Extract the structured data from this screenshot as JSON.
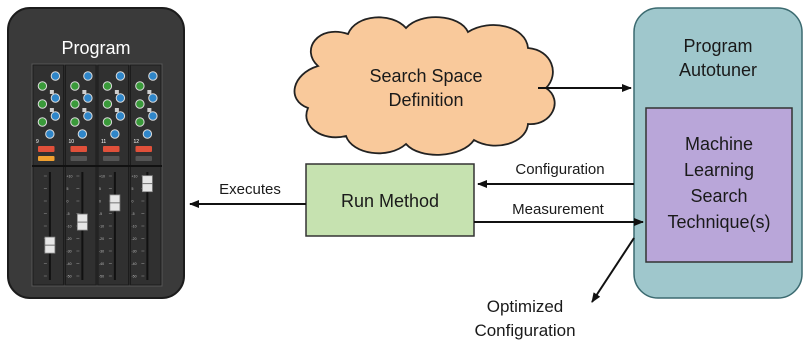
{
  "program": {
    "title": "Program"
  },
  "cloud": {
    "line1": "Search Space",
    "line2": "Definition"
  },
  "autotuner": {
    "line1": "Program",
    "line2": "Autotuner",
    "inner": [
      "Machine",
      "Learning",
      "Search",
      "Technique(s)"
    ]
  },
  "run_method": {
    "label": "Run Method"
  },
  "arrows": {
    "executes": "Executes",
    "configuration": "Configuration",
    "measurement": "Measurement",
    "optimized_line1": "Optimized",
    "optimized_line2": "Configuration"
  },
  "mixer": {
    "channel_numbers": [
      "9",
      "10",
      "11",
      "12"
    ],
    "fader_levels": [
      0.28,
      0.52,
      0.72,
      0.92
    ],
    "scale_ticks": [
      "+10",
      "5",
      "0",
      "-5",
      "-10",
      "-20",
      "-30",
      "-40",
      "-50"
    ]
  },
  "colors": {
    "program_bg": "#3a3a3a",
    "autotuner_bg": "#9fc7cc",
    "inner_box": "#b9a6d9",
    "run_method_bg": "#c6e2b0",
    "cloud_fill": "#f9c99b",
    "knob_green": "#3a9a3a",
    "knob_blue": "#2f86c9",
    "button_red": "#e0503a",
    "button_orange": "#f0a030"
  }
}
